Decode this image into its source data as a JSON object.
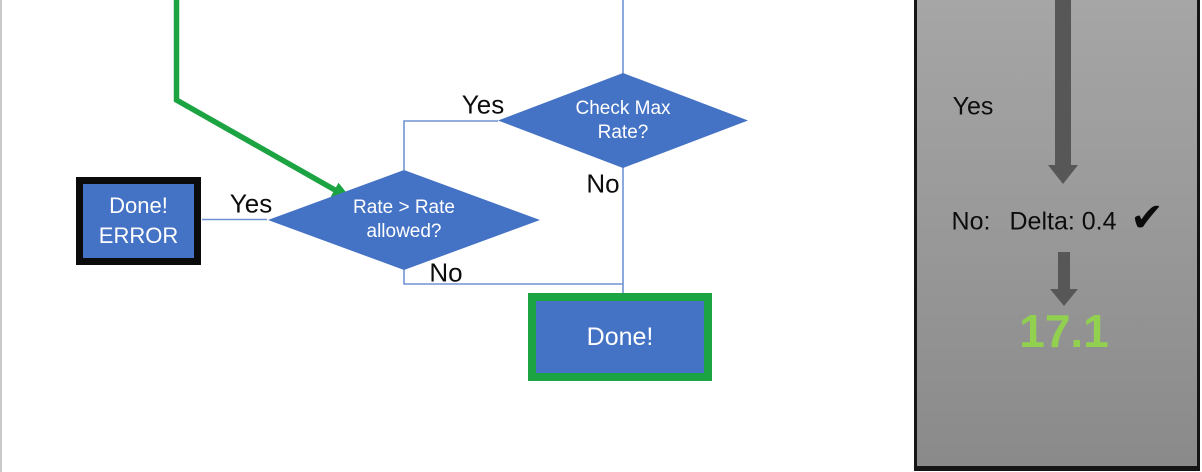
{
  "colors": {
    "shape_blue": "#4472C4",
    "connector_blue": "#6f92d4",
    "flow_green": "#1CA342",
    "result_green": "#92D050",
    "arrow_gray": "#575757",
    "panel_gray": "#9a9a9a"
  },
  "flowchart": {
    "decision_check_max_rate": {
      "label": "Check Max Rate?"
    },
    "decision_rate_allowed": {
      "label": "Rate > Rate allowed?"
    },
    "box_done_error": {
      "line1": "Done!",
      "line2": "ERROR"
    },
    "box_done": {
      "label": "Done!"
    },
    "labels": {
      "yes_check_max": "Yes",
      "no_check_max": "No",
      "yes_rate_allowed": "Yes",
      "no_rate_allowed": "No"
    }
  },
  "side_panel": {
    "yes_label": "Yes",
    "no_label": "No:",
    "delta_label": "Delta: 0.4",
    "check_icon": "✔",
    "result_value": "17.1"
  }
}
